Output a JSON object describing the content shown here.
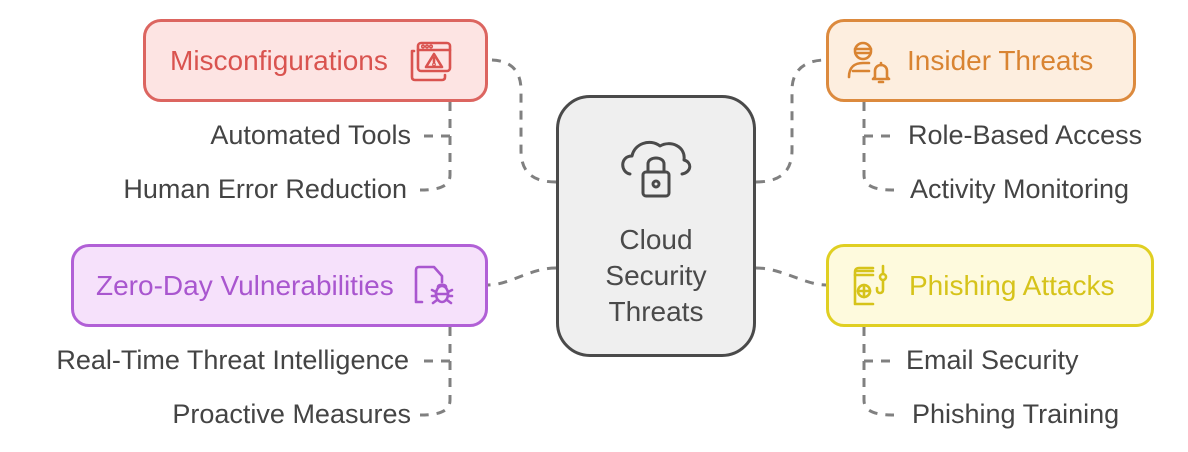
{
  "center": {
    "title_lines": [
      "Cloud",
      "Security",
      "Threats"
    ],
    "icon": "cloud-lock-icon",
    "color": "#4a4a4a"
  },
  "branches": [
    {
      "id": "misconfigurations",
      "label": "Misconfigurations",
      "icon": "browser-warning-icon",
      "color": "#d9534f",
      "fill": "#fde4e3",
      "children": [
        "Automated Tools",
        "Human Error Reduction"
      ]
    },
    {
      "id": "insider-threats",
      "label": "Insider Threats",
      "icon": "user-alert-icon",
      "color": "#d98432",
      "fill": "#fdeedf",
      "children": [
        "Role-Based Access",
        "Activity Monitoring"
      ]
    },
    {
      "id": "zero-day",
      "label": "Zero-Day Vulnerabilities",
      "icon": "file-bug-icon",
      "color": "#a956cf",
      "fill": "#f6e1fb",
      "children": [
        "Real-Time Threat Intelligence",
        "Proactive Measures"
      ]
    },
    {
      "id": "phishing",
      "label": "Phishing Attacks",
      "icon": "phishing-hook-icon",
      "color": "#d6c31a",
      "fill": "#fefadd",
      "children": [
        "Email Security",
        "Phishing Training"
      ]
    }
  ],
  "connector_color": "#808080"
}
